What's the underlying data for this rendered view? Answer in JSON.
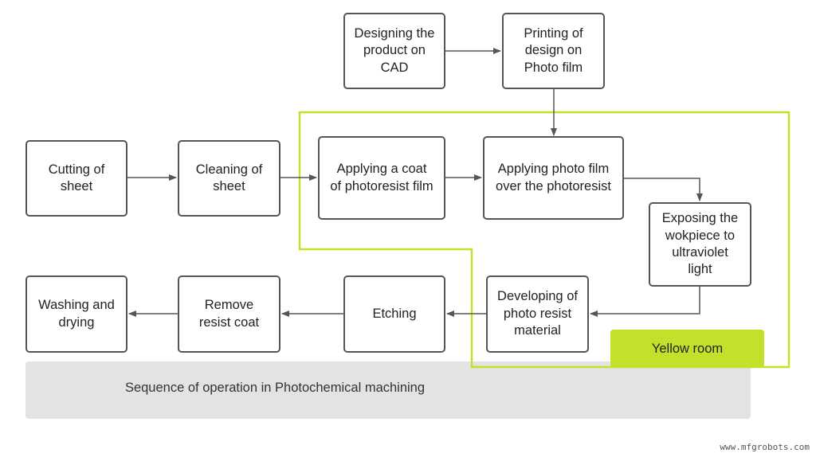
{
  "nodes": {
    "design_cad": "Designing the\nproduct on\nCAD",
    "print_film": "Printing of\ndesign on\nPhoto film",
    "cutting": "Cutting of\nsheet",
    "cleaning": "Cleaning of\nsheet",
    "coat": "Applying a coat\nof photoresist film",
    "photo_film": "Applying photo film\nover the photoresist",
    "exposing": "Exposing the\nwokpiece to\nultraviolet\nlight",
    "developing": "Developing of\nphoto resist\nmaterial",
    "etching": "Etching",
    "remove": "Remove\nresist coat",
    "washing": "Washing and\ndrying"
  },
  "yellow_room_label": "Yellow room",
  "caption": "Sequence of operation in Photochemical machining",
  "watermark": "www.mfgrobots.com",
  "colors": {
    "box_border": "#555555",
    "arrow": "#555555",
    "yellow_room": "#c5e02a",
    "caption_band": "#e3e3e3"
  }
}
